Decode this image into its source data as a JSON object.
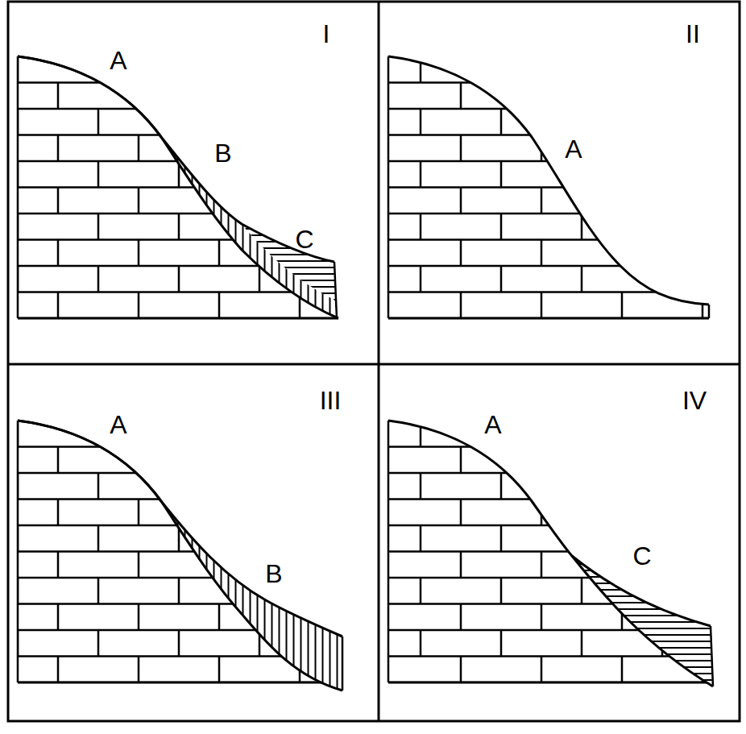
{
  "diagram": {
    "labels": [
      "I",
      "A",
      "B",
      "C",
      "II",
      "A",
      "III",
      "A",
      "B",
      "IV",
      "A",
      "C"
    ]
  }
}
